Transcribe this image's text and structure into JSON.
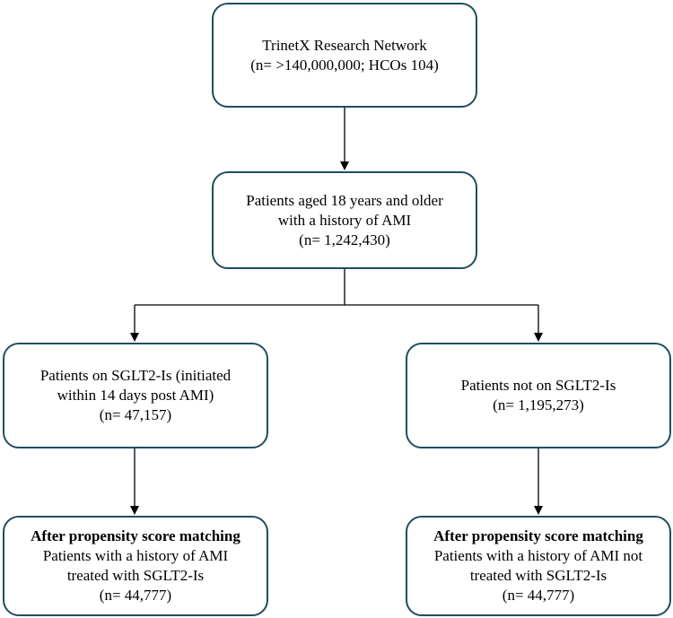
{
  "colors": {
    "box_border": "#1f4e5f",
    "connector": "#000000",
    "background": "#ffffff"
  },
  "boxes": {
    "network": {
      "lines": [
        "TrinetX Research Network",
        "(n= >140,000,000; HCOs 104)"
      ]
    },
    "aged": {
      "lines": [
        "Patients aged 18 years and older",
        "with a history of AMI",
        "(n= 1,242,430)"
      ]
    },
    "on_sglt2": {
      "lines": [
        "Patients on SGLT2-Is (initiated",
        "within 14 days post AMI)",
        "(n= 47,157)"
      ]
    },
    "not_on_sglt2": {
      "lines": [
        "Patients not on SGLT2-Is",
        "(n= 1,195,273)"
      ]
    },
    "psm_on": {
      "heading": "After propensity score matching",
      "lines": [
        "Patients with a history of AMI",
        "treated with SGLT2-Is",
        "(n= 44,777)"
      ]
    },
    "psm_not": {
      "heading": "After propensity score matching",
      "lines": [
        "Patients with a history of AMI not",
        "treated with SGLT2-Is",
        "(n= 44,777)"
      ]
    }
  }
}
